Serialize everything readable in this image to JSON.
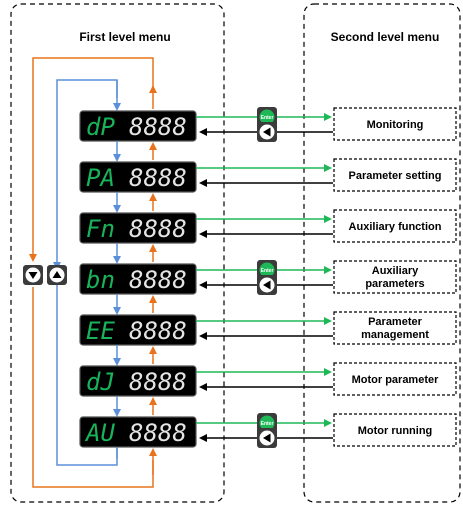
{
  "headers": {
    "first": "First level menu",
    "second": "Second level menu"
  },
  "enter_label": "Enter",
  "colors": {
    "display_green": "#19b35a",
    "orange": "#e8731c",
    "blue": "#5b8fd8",
    "green_arrow": "#1fb857",
    "black": "#000000"
  },
  "icons": {
    "enter": "enter-button-icon",
    "back": "back-button-icon",
    "up": "up-button-icon",
    "down": "down-button-icon"
  },
  "menu_items": [
    {
      "code": "dP",
      "target": [
        "Monitoring"
      ],
      "has_buttons": true
    },
    {
      "code": "PA",
      "target": [
        "Parameter setting"
      ],
      "has_buttons": false
    },
    {
      "code": "Fn",
      "target": [
        "Auxiliary function"
      ],
      "has_buttons": false
    },
    {
      "code": "bn",
      "target": [
        "Auxiliary",
        "parameters"
      ],
      "has_buttons": true
    },
    {
      "code": "EE",
      "target": [
        "Parameter",
        "management"
      ],
      "has_buttons": false
    },
    {
      "code": "dJ",
      "target": [
        "Motor parameter"
      ],
      "has_buttons": false
    },
    {
      "code": "AU",
      "target": [
        "Motor running"
      ],
      "has_buttons": true
    }
  ]
}
